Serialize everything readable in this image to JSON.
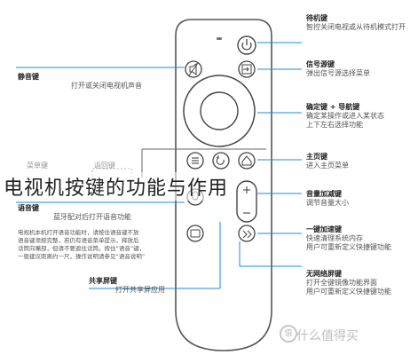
{
  "overlay_title": "电视机按键的功能与作用",
  "right_labels": [
    {
      "title": "待机键",
      "desc": "智控关闭电视或从待机模式打开"
    },
    {
      "title": "信号源键",
      "desc": "弹出信号源选择菜单"
    },
    {
      "title": "确定键 + 导航键",
      "desc": "确定某操作或进入某状态",
      "desc2": "上下左右选择功能"
    },
    {
      "title": "主页键",
      "desc": "进入主页菜单"
    },
    {
      "title": "音量加减键",
      "desc": "调节音量大小"
    },
    {
      "title": "一键加速键",
      "desc": "快速清理系统内存",
      "desc2": "用户可重新定义快捷键功能"
    },
    {
      "title": "无网络屏键",
      "desc": "打开全键镜像功能界面",
      "desc2": "用户可重新定义快捷键功能"
    }
  ],
  "left_labels": [
    {
      "title": "静音键",
      "desc": "打开或关闭电视机声音"
    },
    {
      "title": "语音键",
      "desc": "蓝牙配对后打开语音功能"
    },
    {
      "title": "共享屏键",
      "desc": "打开共享屏应用"
    }
  ],
  "small_labels": [
    "菜单键",
    "返回键"
  ],
  "note_lines": [
    "电视机本机打开语音功能时，请按住语音键不放",
    "语音键须按完整，若仍有语音菜单提示，释放后",
    "话筒向嘴部，但请不要遮住话筒。按住“语音”键，",
    "一般建议距离约一尺，操作说明请参见“语音说明”"
  ],
  "watermark": "什么值得买",
  "watermark_icon": "值",
  "icons": [
    "power-icon",
    "mute-icon",
    "input-source-icon",
    "menu-icon",
    "back-icon",
    "home-icon",
    "mic-icon",
    "screen-share-icon",
    "boost-icon",
    "volume-icon"
  ],
  "colors": {
    "line": "#1f8bd6",
    "remote_outline": "#555555",
    "text": "#333333"
  }
}
